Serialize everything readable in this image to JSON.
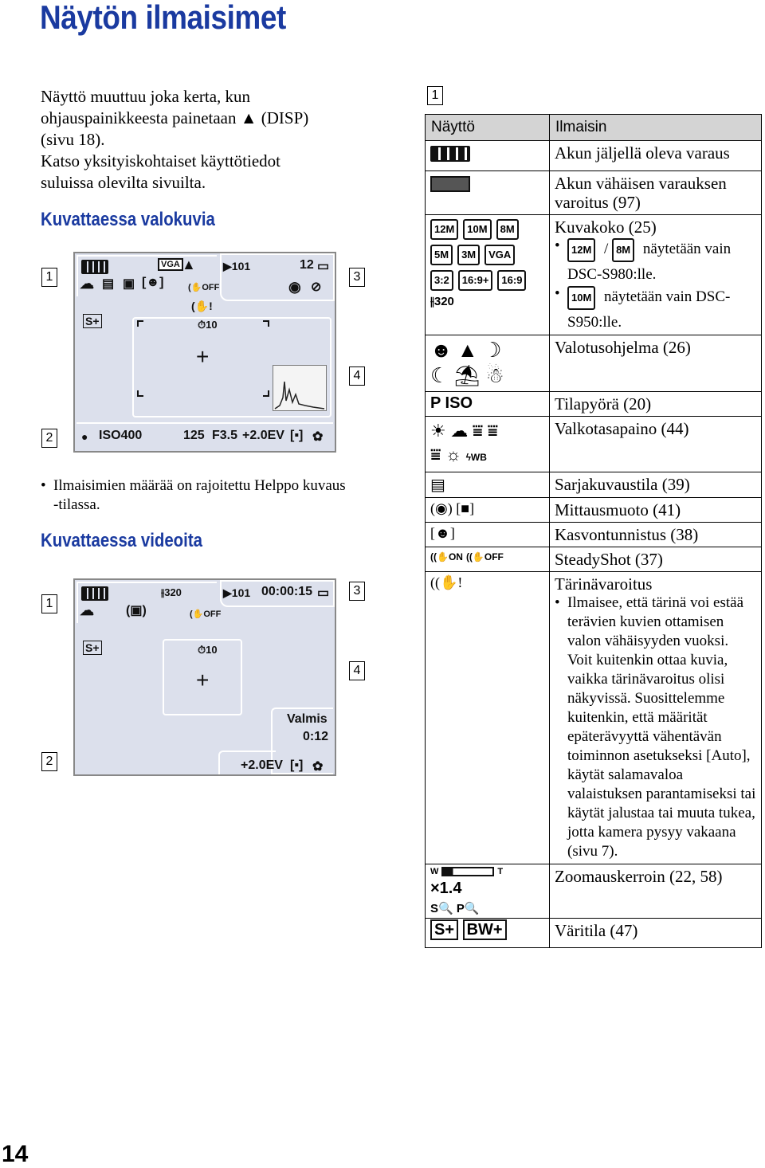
{
  "title": "Näytön ilmaisimet",
  "intro": [
    "Näyttö muuttuu joka kerta, kun",
    "ohjauspainikkeesta painetaan ▲ (DISP)",
    "(sivu 18).",
    "Katso yksityiskohtaiset käyttötiedot",
    "suluissa olevilta sivuilta."
  ],
  "photo_section": {
    "heading": "Kuvattaessa valokuvia",
    "labels": [
      "1",
      "2",
      "3",
      "4"
    ],
    "lcd": {
      "size": "VGA",
      "folder": "101",
      "count": "12",
      "steady_off": "OFF",
      "timer": "10",
      "iso": "ISO400",
      "shutter": "125",
      "aperture": "F3.5",
      "ev": "+2.0EV"
    },
    "note": [
      "Ilmaisimien määrää on rajoitettu Helppo kuvaus",
      "-tilassa."
    ]
  },
  "video_section": {
    "heading": "Kuvattaessa videoita",
    "labels": [
      "1",
      "2",
      "3",
      "4"
    ],
    "lcd": {
      "size": "320",
      "folder": "101",
      "time": "00:00:15",
      "steady_off": "OFF",
      "timer": "10",
      "ready": "Valmis",
      "remaining": "0:12",
      "ev": "+2.0EV"
    }
  },
  "table": {
    "section_label": "1",
    "col1_header": "Näyttö",
    "col2_header": "Ilmaisin",
    "rows": [
      {
        "icons": [
          "battery-full-icon"
        ],
        "text": "Akun jäljellä oleva varaus"
      },
      {
        "icons": [
          "battery-low-icon"
        ],
        "text": "Akun vähäisen varauksen varoitus (97)"
      },
      {
        "icons": [
          "12M",
          "10M",
          "8M",
          "5M",
          "3M",
          "VGA",
          "3:2",
          "16:9+",
          "16:9",
          "320"
        ],
        "text": "Kuvakoko (25)",
        "bullets": [
          {
            "a": "12M",
            "sep": "/",
            "b": "8M",
            "text": "näytetään vain DSC-S980:lle."
          },
          {
            "a": "10M",
            "text": "näytetään vain DSC-S950:lle."
          }
        ]
      },
      {
        "icons": [
          "portrait",
          "landscape",
          "twilight-portrait",
          "twilight",
          "beach",
          "snow"
        ],
        "text": "Valotusohjelma (26)"
      },
      {
        "icons": [
          "P",
          "ISO"
        ],
        "text": "Tilapyörä (20)"
      },
      {
        "icons": [
          "sun",
          "cloud",
          "fl1",
          "fl2",
          "fl3",
          "bulb",
          "WB"
        ],
        "text": "Valkotasapaino (44)"
      },
      {
        "icons": [
          "burst"
        ],
        "text": "Sarjakuvaustila (39)"
      },
      {
        "icons": [
          "metering-multi",
          "metering-spot"
        ],
        "text": "Mittausmuoto (41)"
      },
      {
        "icons": [
          "face"
        ],
        "text": "Kasvontunnistus (38)"
      },
      {
        "icons": [
          "ON",
          "OFF"
        ],
        "text": "SteadyShot (37)"
      },
      {
        "icons": [
          "shake"
        ],
        "text": "Tärinävaroitus",
        "detail": "Ilmaisee, että tärinä voi estää terävien kuvien ottamisen valon vähäisyyden vuoksi. Voit kuitenkin ottaa kuvia, vaikka tärinävaroitus olisi näkyvissä. Suosittelemme kuitenkin, että määrität epäterävyyttä vähentävän toiminnon asetukseksi [Auto], käytät salamavaloa valaistuksen parantamiseksi tai käytät jalustaa tai muuta tukea, jotta kamera pysyy vakaana (sivu 7)."
      },
      {
        "icons": [
          "W",
          "T",
          "×1.4",
          "S",
          "P"
        ],
        "text": "Zoomauskerroin (22, 58)"
      },
      {
        "icons": [
          "S+",
          "BW+"
        ],
        "text": "Väritila (47)"
      }
    ]
  },
  "page_number": "14"
}
